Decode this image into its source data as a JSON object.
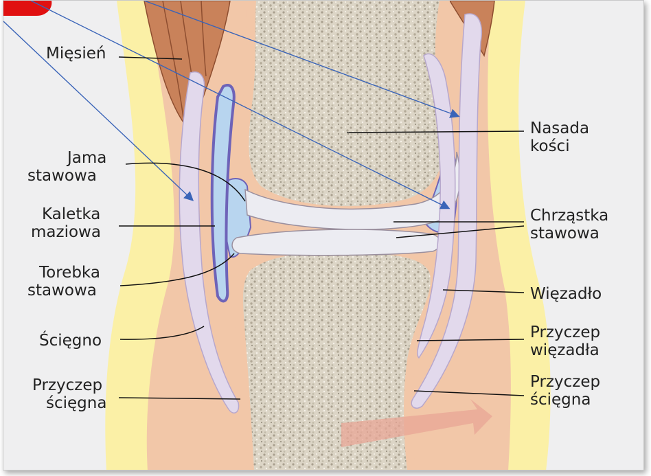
{
  "labels": {
    "miesien": "Mięsień",
    "jama_1": "Jama",
    "jama_2": "stawowa",
    "kaletka_1": "Kaletka",
    "kaletka_2": "maziowa",
    "torebka_1": "Torebka",
    "torebka_2": "stawowa",
    "sciegno": "Ścięgno",
    "przyczep_sciegna_l_1": "Przyczep",
    "przyczep_sciegna_l_2": "ścięgna",
    "nasada_1": "Nasada",
    "nasada_2": "kości",
    "chrzastka_1": "Chrząstka",
    "chrzastka_2": "stawowa",
    "wiezadlo": "Więzadło",
    "przyczep_wiezadla_1": "Przyczep",
    "przyczep_wiezadla_2": "więzadła",
    "przyczep_sciegna_r_1": "Przyczep",
    "przyczep_sciegna_r_2": "ścięgna"
  },
  "colors": {
    "background": "#efeff0",
    "fat": "#fbf0a6",
    "skin": "#f2c7a8",
    "bone_speckle": "#cfc7b6",
    "muscle": "#c9825a",
    "tendon": "#e2d9ec",
    "bursa_outline": "#6e63b8",
    "synovial_fluid": "#b8d5ef",
    "cartilage": "#ececf2",
    "annotation_arrow": "#3a64b8",
    "marker_red": "#e01010"
  }
}
